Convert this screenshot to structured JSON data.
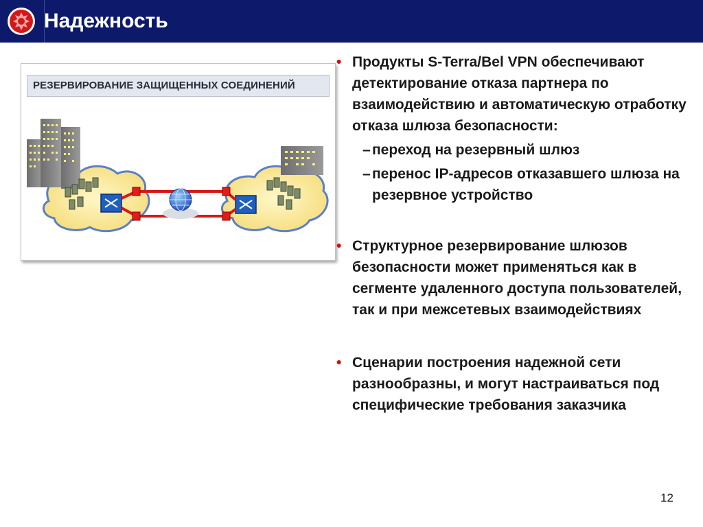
{
  "slide": {
    "title": "Надежность",
    "logo_icon": "emblem-icon",
    "figure": {
      "caption": "РЕЗЕРВИРОВАНИЕ ЗАЩИЩЕННЫХ СОЕДИНЕНИЙ"
    },
    "bullets": [
      {
        "text": "Продукты S-Terra/Bel VPN обеспечивают детектирование отказа партнера по взаимодействию и автоматическую отработку отказа шлюза безопасности:",
        "subitems": [
          "переход на резервный шлюз",
          "перенос IP-адресов отказавшего шлюза на резервное устройство"
        ]
      },
      {
        "text": "Структурное резервирование шлюзов безопасности может применяться как в сегменте удаленного доступа пользователей, так и при межсетевых взаимодействиях",
        "subitems": []
      },
      {
        "text": "Сценарии построения надежной сети разнообразны, и могут настраиваться под специфические требования заказчика",
        "subitems": []
      }
    ],
    "bullet_glyph": "•",
    "dash_glyph": "–",
    "page_number": "12",
    "colors": {
      "header_bg": "#0d1a6b",
      "bullet": "#d01010",
      "link_line": "#d81818"
    }
  }
}
